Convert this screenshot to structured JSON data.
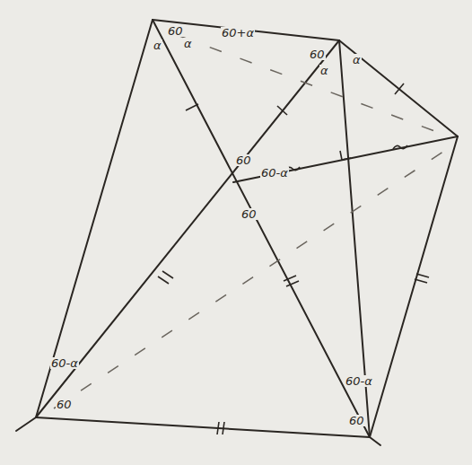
{
  "diagram": {
    "labels": [
      "60",
      "α",
      "α",
      "60+α",
      "60",
      "α",
      "α",
      "60",
      "60-α",
      "60",
      "60-α",
      "60",
      "60-α",
      "60"
    ]
  }
}
